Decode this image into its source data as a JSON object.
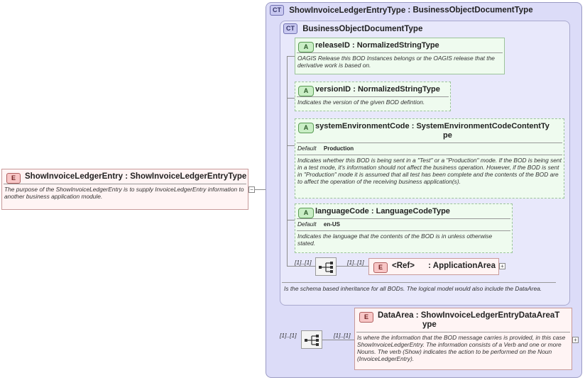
{
  "root": {
    "badge": "E",
    "name": "ShowInvoiceLedgerEntry",
    "type": "ShowInvoiceLedgerEntryType",
    "doc": "The purpose of the ShowInvoiceLedgerEntry is to supply InvoiceLedgerEntry information to another business application module."
  },
  "complex_type": {
    "badge": "CT",
    "name": "ShowInvoiceLedgerEntryType",
    "base": "BusinessObjectDocumentType"
  },
  "base_type": {
    "badge": "CT",
    "name": "BusinessObjectDocumentType",
    "doc": "Is the schema based inheritance for all BODs. The logical model would also include the DataArea."
  },
  "attributes": [
    {
      "badge": "A",
      "name": "releaseID",
      "type": "NormalizedStringType",
      "doc": "OAGIS Release this BOD Instances belongs or the OAGIS release that the derivative work is based on."
    },
    {
      "badge": "A",
      "name": "versionID",
      "type": "NormalizedStringType",
      "doc": "Indicates the version of the given BOD defintion."
    },
    {
      "badge": "A",
      "name": "systemEnvironmentCode",
      "type": "SystemEnvironmentCodeContentTy",
      "type2": "pe",
      "default_label": "Default",
      "default_value": "Production",
      "doc": "Indicates whether this BOD is being sent in a \"Test\" or a \"Production\" mode. If the BOD is being sent in a test mode, it's information should not affect the business operation. However, if the BOD is sent in \"Production\" mode it is assumed that all test has been complete and the contents of the BOD are to affect the operation of the receiving business application(s)."
    },
    {
      "badge": "A",
      "name": "languageCode",
      "type": "LanguageCodeType",
      "default_label": "Default",
      "default_value": "en-US",
      "doc": "Indicates the language that the contents of the BOD is in unless otherwise stated."
    }
  ],
  "app_area": {
    "badge": "E",
    "name": "<Ref>",
    "type": "ApplicationArea",
    "seq_card": "[1]..[1]",
    "elem_card": "[1]..[1]"
  },
  "data_area": {
    "badge": "E",
    "name": "DataArea",
    "type": "ShowInvoiceLedgerEntryDataAreaT",
    "type2": "ype",
    "seq_card": "[1]..[1]",
    "elem_card": "[1]..[1]",
    "doc": "Is where the information that the BOD message carries is provided, in this case ShowInvoiceLedgerEntry. The information consists of a Verb and one or more Nouns. The verb (Show) indicates the action to be performed on the Noun (InvoiceLedgerEntry)."
  },
  "icons": {
    "sequence": "sequence-compositor-icon",
    "expand": "plus",
    "collapse": "minus"
  }
}
